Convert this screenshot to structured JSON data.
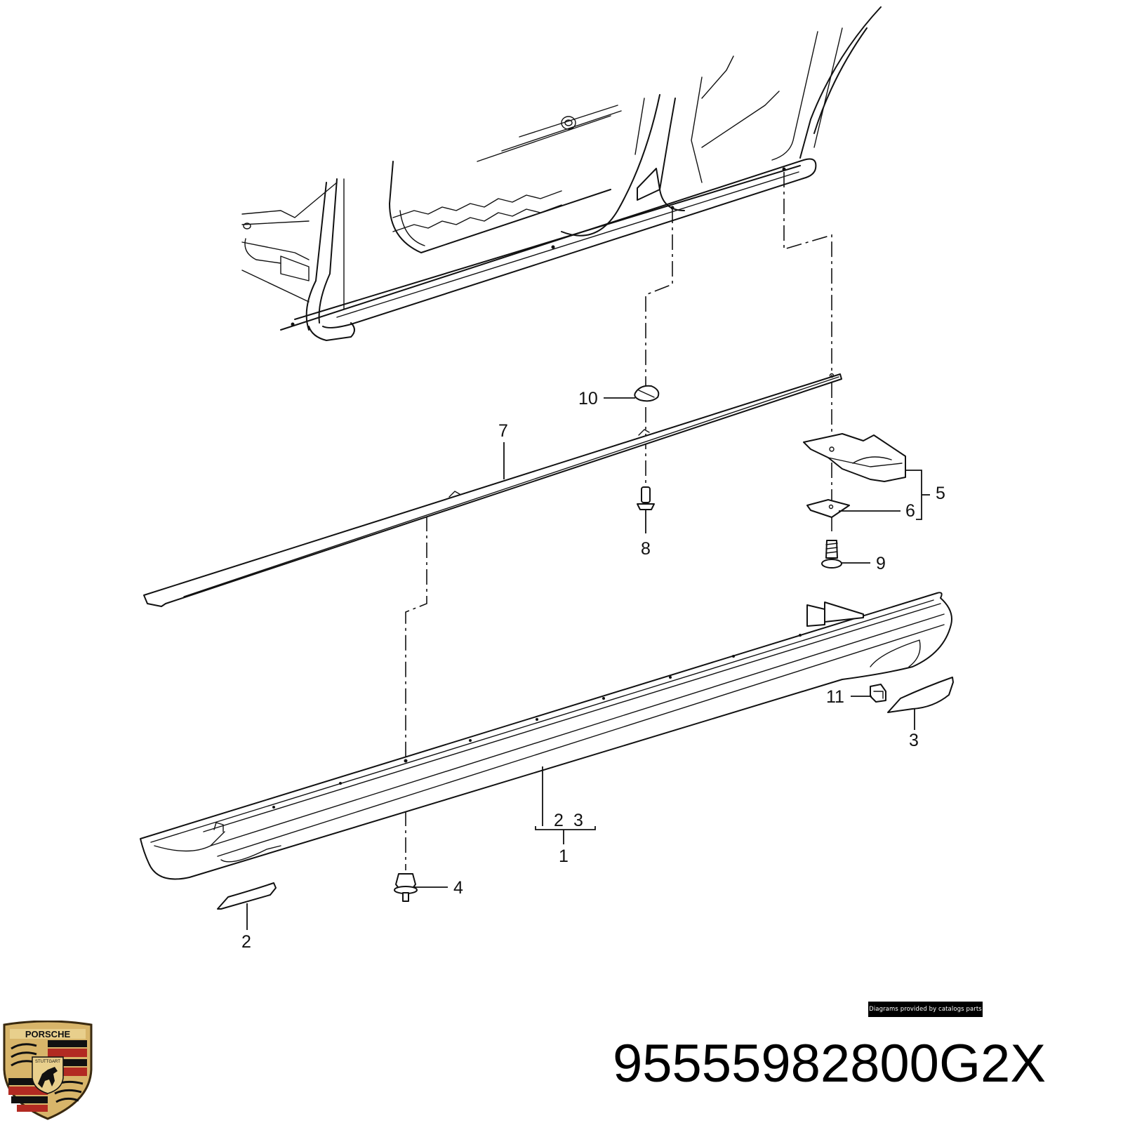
{
  "diagram": {
    "title": "Side sill / rocker panel exploded parts diagram",
    "callouts": [
      {
        "id": "1",
        "label": "1"
      },
      {
        "id": "2a",
        "label": "2"
      },
      {
        "id": "2b",
        "label": "2"
      },
      {
        "id": "3a",
        "label": "3"
      },
      {
        "id": "3b",
        "label": "3"
      },
      {
        "id": "4",
        "label": "4"
      },
      {
        "id": "5",
        "label": "5"
      },
      {
        "id": "6",
        "label": "6"
      },
      {
        "id": "7",
        "label": "7"
      },
      {
        "id": "8",
        "label": "8"
      },
      {
        "id": "9",
        "label": "9"
      },
      {
        "id": "10",
        "label": "10"
      },
      {
        "id": "11",
        "label": "11"
      }
    ],
    "labels": {
      "c1": "1",
      "c2_group": "2",
      "c3_group": "3",
      "c2": "2",
      "c3": "3",
      "c4": "4",
      "c5": "5",
      "c6": "6",
      "c7": "7",
      "c8": "8",
      "c9": "9",
      "c10": "10",
      "c11": "11"
    }
  },
  "credit": {
    "text": "Diagrams provided by catalogs parts",
    "background": "#000000",
    "color": "#ffffff"
  },
  "brand": {
    "logo_icon": "porsche-crest-icon",
    "logo_text": "PORSCHE",
    "logo_subtext": "STUTTGART",
    "colors": {
      "gold": "#d8b56a",
      "red": "#b22a22",
      "black": "#111111"
    }
  },
  "part_number": "95555982800G2X"
}
